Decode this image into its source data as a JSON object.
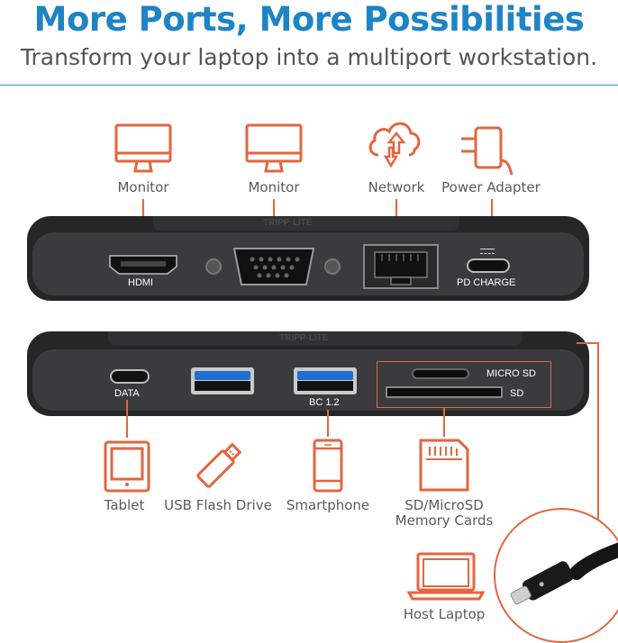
{
  "header": {
    "title": "More Ports, More Possibilities",
    "subtitle": "Transform your laptop into a multiport workstation."
  },
  "top_side": {
    "brand": "TRIPP·LITE",
    "ports": [
      {
        "device": "Monitor",
        "icon": "monitor-icon",
        "port_label": "HDMI"
      },
      {
        "device": "Monitor",
        "icon": "monitor-icon",
        "port_label": ""
      },
      {
        "device": "Network",
        "icon": "cloud-network-icon",
        "port_label": ""
      },
      {
        "device": "Power Adapter",
        "icon": "power-plug-icon",
        "port_label": "PD CHARGE"
      }
    ]
  },
  "bottom_side": {
    "brand": "TRIPP·LITE",
    "ports": [
      {
        "device": "Tablet",
        "icon": "tablet-icon",
        "port_label": "DATA"
      },
      {
        "device": "USB Flash Drive",
        "icon": "usb-flash-drive-icon",
        "port_label": ""
      },
      {
        "device": "Smartphone",
        "icon": "smartphone-icon",
        "port_label": "BC 1.2"
      },
      {
        "device": "SD/MicroSD",
        "device_line2": "Memory Cards",
        "icon": "sd-card-icon",
        "port_label": "MICRO SD",
        "port_label2": "SD"
      }
    ]
  },
  "host": {
    "label": "Host Laptop",
    "icon": "laptop-icon"
  },
  "colors": {
    "title_blue": "#1d84c6",
    "accent_orange": "#e2663f",
    "device_dark": "#262626",
    "usb_blue": "#1f6fd0"
  }
}
